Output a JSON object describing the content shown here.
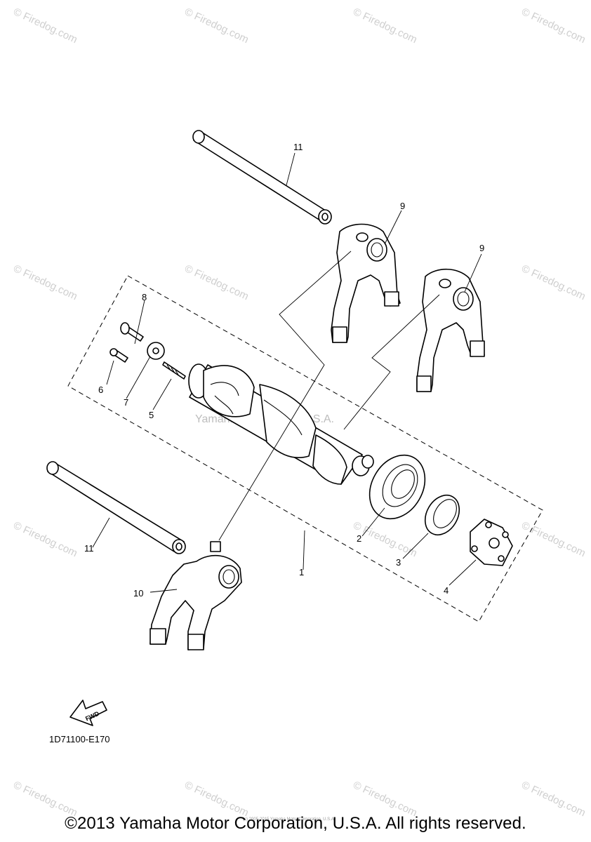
{
  "watermark": {
    "text": "© Firedog.com",
    "center_text": "Yamaha Motor Corp. U.S.A.",
    "tiny_notice": "(c) 2005-2015 Yamaha Motor Corporation, U.S.A."
  },
  "callouts": {
    "c1": "1",
    "c2": "2",
    "c3": "3",
    "c4": "4",
    "c5": "5",
    "c6": "6",
    "c7": "7",
    "c8": "8",
    "c9a": "9",
    "c9b": "9",
    "c10": "10",
    "c11a": "11",
    "c11b": "11"
  },
  "fwd_label": "FWD",
  "diagram_code": "1D71100-E170",
  "copyright": "©2013 Yamaha Motor Corporation, U.S.A. All rights reserved."
}
